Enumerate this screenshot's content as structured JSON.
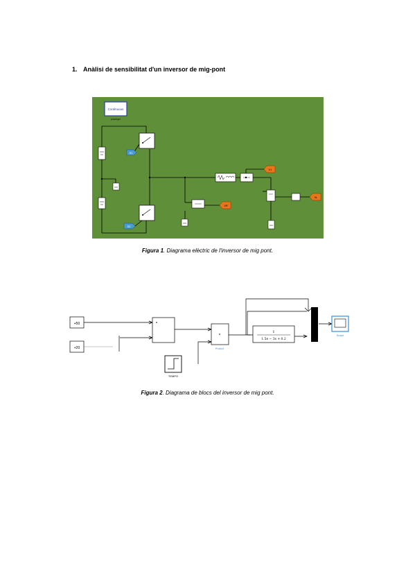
{
  "section": {
    "number": "1.",
    "title": "Anàlisi de sensibilitat d'un inversor de mig-pont"
  },
  "figure1": {
    "caption_label": "Figura 1",
    "caption_text": ". Diagrama elèctric de l'inversor de mig pont.",
    "labels": {
      "powergui_block": "Continuous",
      "powergui_name": "powergui",
      "goto_v1": "V1",
      "goto_vl": "VL",
      "goto_vr": "VR",
      "from_s1": "S1",
      "from_s2": "S2"
    },
    "colors": {
      "background": "#5f8f38",
      "goto": "#e8761a",
      "from": "#4a9ad4"
    }
  },
  "figure2": {
    "caption_label": "Figura 2",
    "caption_text": ". Diagrama de blocs del inversor de mig pont.",
    "labels": {
      "const_a": "+50",
      "const_b": "+20",
      "product_name": "Product",
      "step_name": "TEMPO",
      "transfer_num": "1",
      "transfer_den": "1.5e − 3s + 0.2",
      "scope_name": "Scope"
    },
    "colors": {
      "scope": "#3a8fd8"
    }
  }
}
